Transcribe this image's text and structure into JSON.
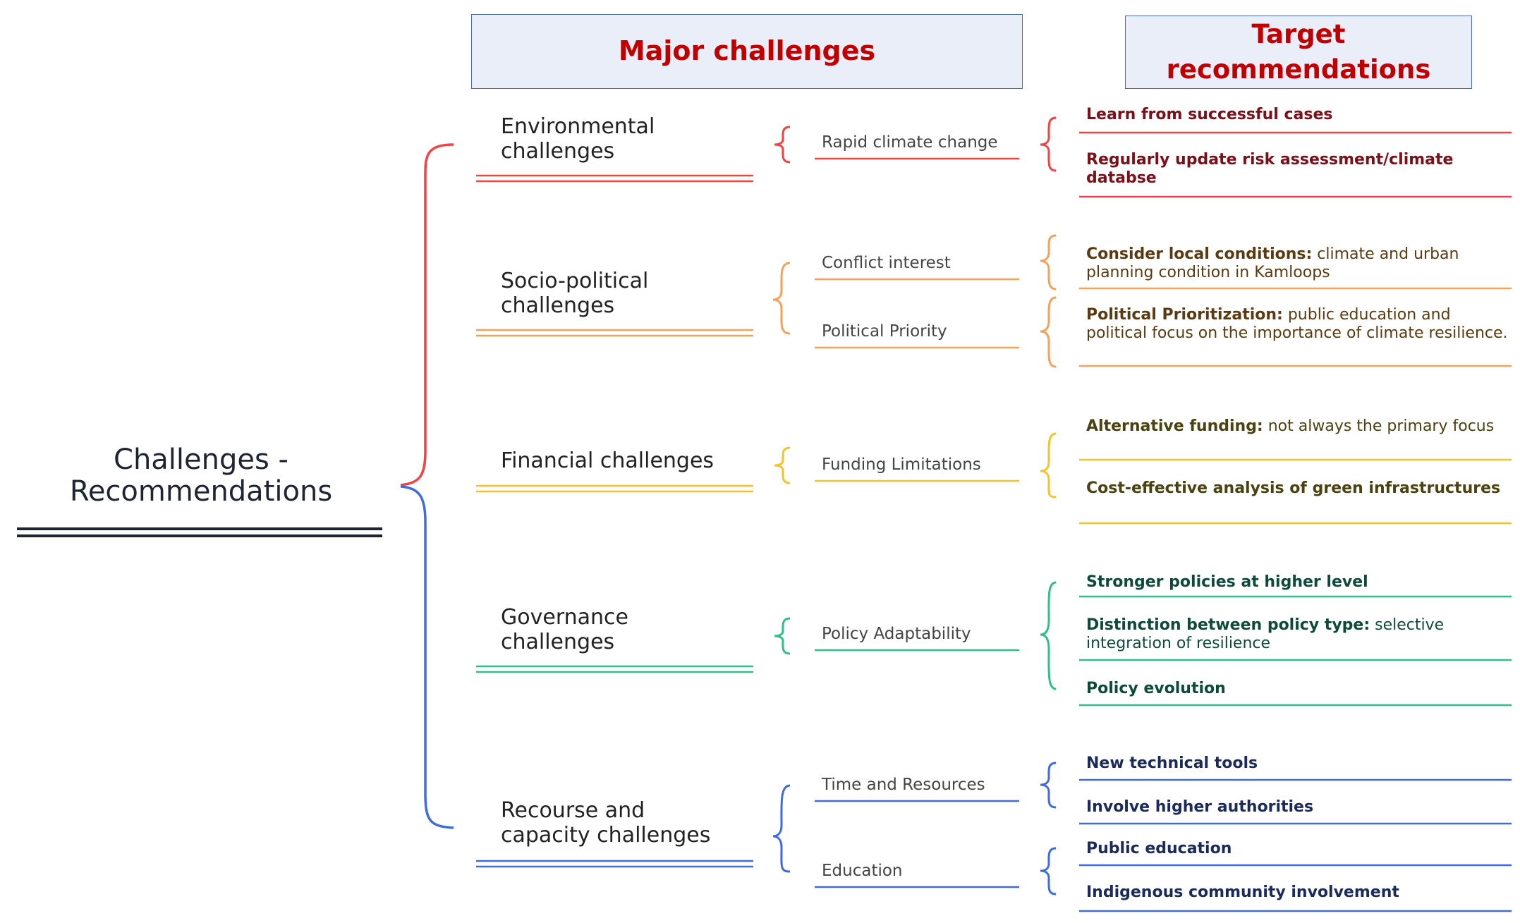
{
  "headers": {
    "major": "Major challenges",
    "target_line1": "Target",
    "target_line2": "recommendations"
  },
  "root": {
    "line1": "Challenges -",
    "line2": "Recommendations"
  },
  "colors": {
    "red": "#ef4444",
    "orange": "#f5a15a",
    "yellow": "#f2c42c",
    "green": "#2fbf8a",
    "blue": "#3f6be0",
    "navy": "#1f2433",
    "header_text": "#c00000"
  },
  "categories": [
    {
      "line1": "Environmental",
      "line2": "challenges",
      "color": "red",
      "subs": [
        {
          "label": "Rapid climate change",
          "recs": [
            {
              "bold": "Learn from successful cases",
              "desc": ""
            },
            {
              "bold": "Regularly update risk assessment/climate databse",
              "desc": ""
            }
          ]
        }
      ]
    },
    {
      "line1": "Socio-political",
      "line2": "challenges",
      "color": "orange",
      "subs": [
        {
          "label": "Conflict interest",
          "recs": [
            {
              "bold": "Consider local conditions:",
              "desc": " climate and urban planning condition in Kamloops"
            }
          ]
        },
        {
          "label": "Political Priority",
          "recs": [
            {
              "bold": "Political Prioritization:",
              "desc": " public education and political focus on the importance of climate resilience."
            }
          ]
        }
      ]
    },
    {
      "line1": "Financial challenges",
      "line2": "",
      "color": "yellow",
      "subs": [
        {
          "label": "Funding Limitations",
          "recs": [
            {
              "bold": "Alternative funding:",
              "desc": " not always the primary focus"
            },
            {
              "bold": "Cost-effective analysis of green infrastructures",
              "desc": ""
            }
          ]
        }
      ]
    },
    {
      "line1": "Governance",
      "line2": "challenges",
      "color": "green",
      "subs": [
        {
          "label": "Policy Adaptability",
          "recs": [
            {
              "bold": "Stronger policies at higher level",
              "desc": ""
            },
            {
              "bold": "Distinction between policy type:",
              "desc": " selective integration of resilience"
            },
            {
              "bold": "Policy evolution",
              "desc": ""
            }
          ]
        }
      ]
    },
    {
      "line1": "Recourse and",
      "line2": "capacity challenges",
      "color": "blue",
      "subs": [
        {
          "label": "Time and Resources",
          "recs": [
            {
              "bold": "New technical tools",
              "desc": ""
            },
            {
              "bold": "Involve higher authorities",
              "desc": ""
            }
          ]
        },
        {
          "label": "Education",
          "recs": [
            {
              "bold": "Public education",
              "desc": ""
            },
            {
              "bold": "Indigenous community involvement",
              "desc": ""
            }
          ]
        }
      ]
    }
  ]
}
